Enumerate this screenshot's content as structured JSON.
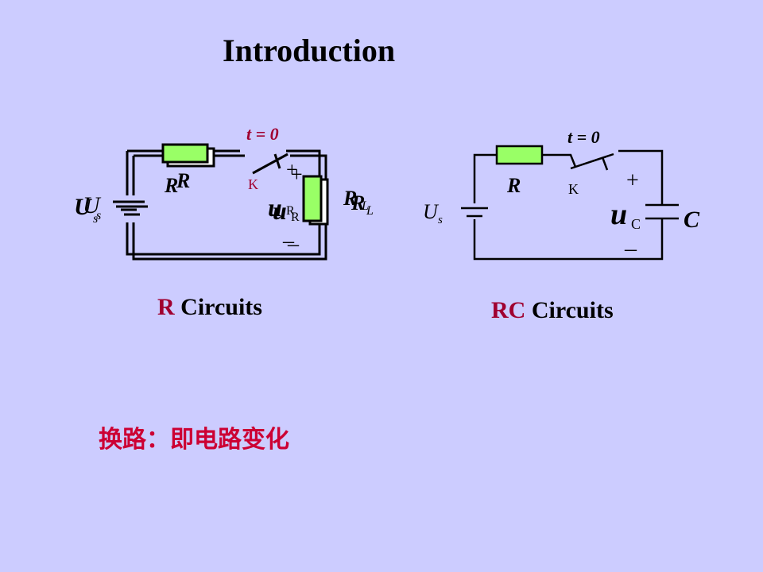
{
  "title": "Introduction",
  "left_circuit": {
    "switch_time": "t = 0",
    "source_main": "U",
    "source_sub": "s",
    "resistor": "R",
    "switch": "K",
    "voltage_main": "u",
    "voltage_sub": "R",
    "load_main": "R",
    "load_sub": "L",
    "plus": "+",
    "minus": "–",
    "caption_accent": "R",
    "caption_text": " Circuits"
  },
  "right_circuit": {
    "switch_time": "t = 0",
    "source_main": "U",
    "source_sub": "s",
    "resistor": "R",
    "switch": "K",
    "voltage_main": "u",
    "voltage_sub": "C",
    "capacitor": "C",
    "plus": "+",
    "minus": "–",
    "caption_accent": "RC",
    "caption_text": " Circuits"
  },
  "note": "换路：即电路变化",
  "colors": {
    "background": "#ccccff",
    "accent": "#a00030",
    "note": "#cc0033",
    "resistor_fill": "#99ff66"
  }
}
